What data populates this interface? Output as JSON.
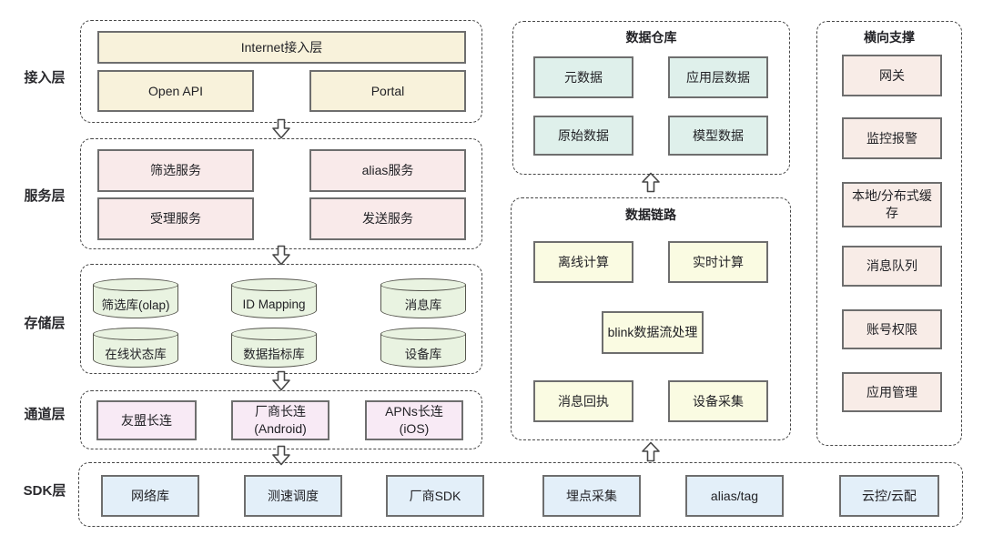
{
  "layers": {
    "access": {
      "label": "接入层",
      "internet": "Internet接入层",
      "boxes": [
        "Open API",
        "Portal"
      ]
    },
    "service": {
      "label": "服务层",
      "boxes": [
        "筛选服务",
        "alias服务",
        "受理服务",
        "发送服务"
      ]
    },
    "storage": {
      "label": "存储层",
      "cylinders": [
        "筛选库(olap)",
        "ID Mapping",
        "消息库",
        "在线状态库",
        "数据指标库",
        "设备库"
      ]
    },
    "channel": {
      "label": "通道层",
      "boxes": [
        "友盟长连",
        "厂商长连(Android)",
        "APNs长连(iOS)"
      ]
    },
    "sdk": {
      "label": "SDK层",
      "boxes": [
        "网络库",
        "测速调度",
        "厂商SDK",
        "埋点采集",
        "alias/tag",
        "云控/云配"
      ]
    }
  },
  "warehouse": {
    "title": "数据仓库",
    "boxes": [
      "元数据",
      "应用层数据",
      "原始数据",
      "模型数据"
    ]
  },
  "datalink": {
    "title": "数据链路",
    "boxes": [
      "离线计算",
      "实时计算",
      "blink数据流处理",
      "消息回执",
      "设备采集"
    ]
  },
  "support": {
    "title": "横向支撑",
    "boxes": [
      "网关",
      "监控报警",
      "本地/分布式缓存",
      "消息队列",
      "账号权限",
      "应用管理"
    ]
  },
  "colors": {
    "access_fill": "#f8f2db",
    "service_fill": "#f9eaea",
    "storage_fill": "#e9f3e1",
    "channel_fill": "#f8eaf5",
    "sdk_fill": "#e3eff9",
    "warehouse_fill": "#dff0eb",
    "datalink_fill": "#fafbe2",
    "support_fill": "#f8ece7",
    "box_border": "#6e6e6e",
    "dashed_border": "#474747"
  }
}
